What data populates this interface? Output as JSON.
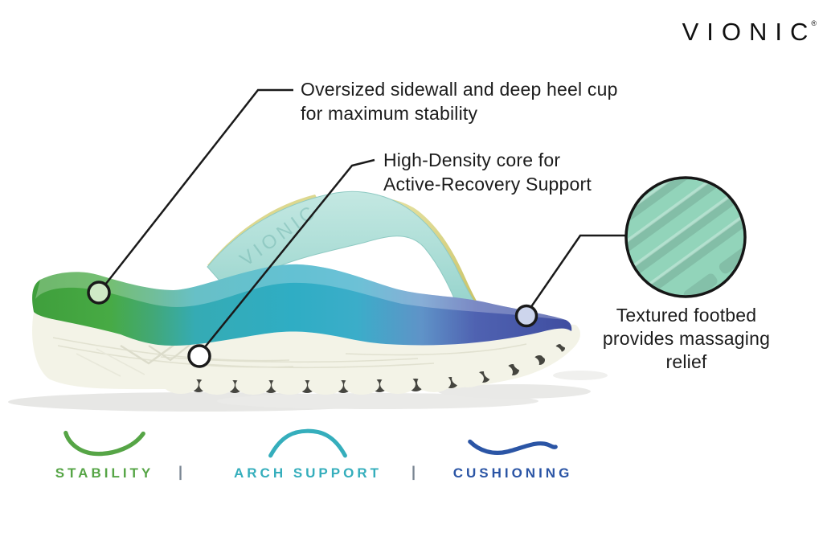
{
  "logo": {
    "text": "VIONIC",
    "mark": "®"
  },
  "callouts": [
    {
      "id": "heel",
      "text": "Oversized sidewall and deep heel cup\nfor maximum stability"
    },
    {
      "id": "core",
      "text": "High-Density core for\nActive-Recovery Support"
    },
    {
      "id": "footbed",
      "text": "Textured footbed\nprovides massaging\nrelief"
    }
  ],
  "features": [
    {
      "label": "STABILITY",
      "color": "#56a546",
      "icon": "stability-curve-icon"
    },
    {
      "label": "ARCH SUPPORT",
      "color": "#35aebc",
      "icon": "arch-curve-icon"
    },
    {
      "label": "CUSHIONING",
      "color": "#2b55a5",
      "icon": "cushioning-wave-icon"
    }
  ],
  "separator": "|",
  "product": {
    "name": "Vionic recovery flip-flop sandal, side view",
    "embossed_text": "VIONIC"
  },
  "colors": {
    "midsole_green": "#3f9f3c",
    "midsole_teal": "#2fadc4",
    "midsole_blue": "#3f4da0",
    "outsole_cream": "#f3f3e7",
    "strap_aqua": "#aedfd8",
    "strap_yellow": "#d6d17c",
    "inset_mint": "#92d4ba",
    "leader_line": "#1a1a1a",
    "text": "#1c1c1c"
  }
}
